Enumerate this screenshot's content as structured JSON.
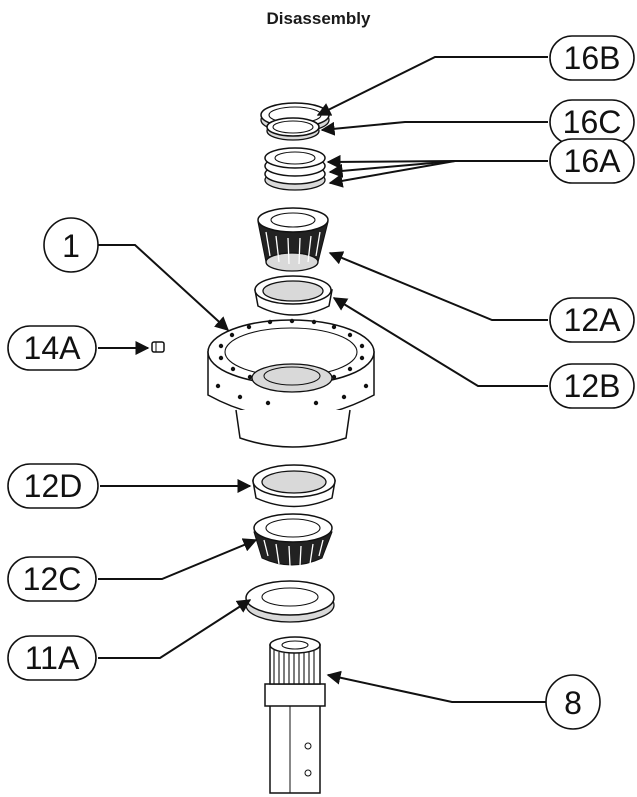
{
  "title": "Disassembly",
  "callouts": {
    "c16B": "16B",
    "c16C": "16C",
    "c16A": "16A",
    "c1": "1",
    "c14A": "14A",
    "c12A": "12A",
    "c12B": "12B",
    "c12D": "12D",
    "c12C": "12C",
    "c11A": "11A",
    "c8": "8"
  }
}
